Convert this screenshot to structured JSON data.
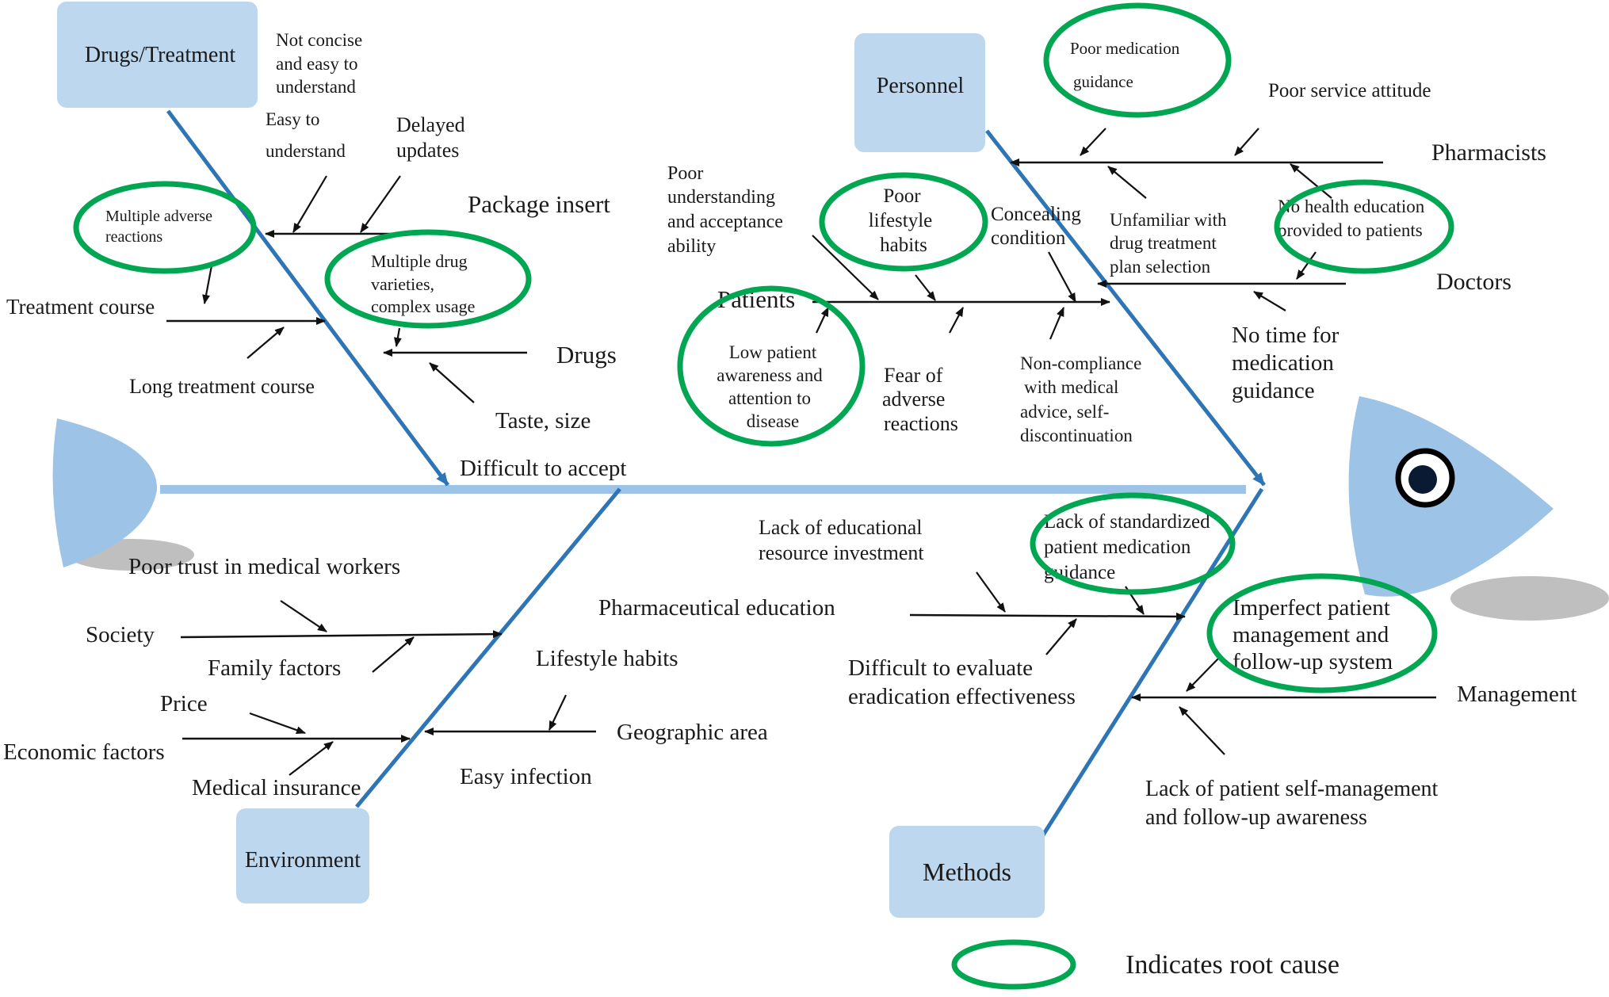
{
  "categories": {
    "drugs_treatment": "Drugs/Treatment",
    "personnel": "Personnel",
    "environment": "Environment",
    "methods": "Methods"
  },
  "drugs": {
    "not_concise": [
      "Not concise",
      "and easy to",
      "understand"
    ],
    "easy_understand": [
      "Easy to",
      "understand"
    ],
    "delayed_updates": [
      "Delayed",
      "updates"
    ],
    "package_insert": "Package insert",
    "multiple_adverse": [
      "Multiple adverse",
      "reactions"
    ],
    "multiple_varieties": [
      "Multiple drug",
      "varieties,",
      "complex usage"
    ],
    "treatment_course": "Treatment course",
    "drugs_label": "Drugs",
    "long_treatment_course": "Long treatment course",
    "taste_size": "Taste, size",
    "difficult_to_accept": "Difficult to accept"
  },
  "personnel": {
    "poor_medication_guidance": [
      "Poor medication",
      "guidance"
    ],
    "poor_service_attitude": "Poor service attitude",
    "pharmacists": "Pharmacists",
    "poor_understanding": [
      "Poor",
      "understanding",
      "and acceptance",
      "ability"
    ],
    "poor_lifestyle": [
      "Poor",
      "lifestyle",
      "habits"
    ],
    "concealing": [
      "Concealing",
      "condition"
    ],
    "unfamiliar": [
      "Unfamiliar with",
      "drug treatment",
      "plan selection"
    ],
    "no_health_education": [
      "No health education",
      "provided to patients"
    ],
    "doctors": "Doctors",
    "patients": "Patients",
    "no_time": [
      "No time for",
      "medication",
      "guidance"
    ],
    "low_awareness": [
      "Low patient",
      "awareness and",
      "attention to",
      "disease"
    ],
    "fear_adverse": [
      "Fear of",
      "adverse",
      "reactions"
    ],
    "non_compliance": [
      "Non-compliance",
      "with medical",
      "advice, self-",
      "discontinuation"
    ]
  },
  "environment": {
    "poor_trust": "Poor trust in medical workers",
    "society": "Society",
    "family_factors": "Family factors",
    "lifestyle_habits": "Lifestyle habits",
    "price": "Price",
    "economic_factors": "Economic factors",
    "geographic_area": "Geographic area",
    "medical_insurance": "Medical insurance",
    "easy_infection": "Easy infection"
  },
  "methods": {
    "lack_educational": [
      "Lack of educational",
      "resource investment"
    ],
    "lack_standardized": [
      "Lack of standardized",
      "patient medication",
      "guidance"
    ],
    "pharma_education": "Pharmaceutical education",
    "imperfect_management": [
      "Imperfect patient",
      "management and",
      "follow-up system"
    ],
    "difficult_evaluate": [
      "Difficult to evaluate",
      "eradication effectiveness"
    ],
    "management": "Management",
    "lack_self_management": [
      "Lack of patient self-management",
      "and follow-up awareness"
    ]
  },
  "legend": {
    "label": "Indicates root cause"
  },
  "colors": {
    "spine": "#9DC3E6",
    "fish": "#9DC3E6",
    "bone": "#2E75B6",
    "box": "#BDD7EE",
    "root_cause": "#00A651",
    "arrow": "#111111",
    "shadow": "#BFBFBF"
  }
}
